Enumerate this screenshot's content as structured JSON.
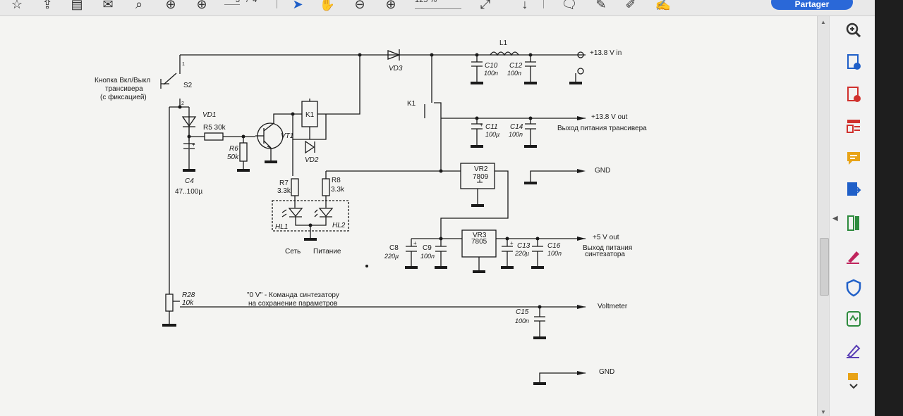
{
  "toolbar": {
    "page_current": "3",
    "page_sep": "/",
    "page_total": "4",
    "zoom": "125 %",
    "share_label": "Partager"
  },
  "toolbar_icons": [
    "star-icon",
    "upload-cloud-icon",
    "print-icon",
    "mail-icon",
    "search-icon",
    "page-up-icon",
    "page-down-icon",
    "cursor-select-icon",
    "hand-tool-icon",
    "zoom-out-icon",
    "zoom-in-icon",
    "page-fit-icon",
    "scroll-mode-icon",
    "comment-icon",
    "highlight-icon",
    "draw-icon",
    "sign-icon"
  ],
  "right_panel_icons": [
    "zoom-icon",
    "export-pdf-icon",
    "edit-pdf-icon",
    "organize-pages-icon",
    "comment-icon",
    "fill-sign-icon",
    "scan-icon",
    "draw-icon",
    "protect-icon",
    "accessibility-icon",
    "sign-icon",
    "more-tools-icon"
  ],
  "schematic": {
    "button_label_1": "Кнопка Вкл/Выкл",
    "button_label_2": "трансивера",
    "button_label_3": "(с фиксацией)",
    "s2": "S2",
    "pin1": "1",
    "pin2": "2",
    "vd1": "VD1",
    "r5": "R5  30k",
    "r6": "R6",
    "r6_val": "50k",
    "vt1": "VT1",
    "k1_box": "K1",
    "vd2": "VD2",
    "c4": "C4",
    "c4_val": "47..100µ",
    "r7": "R7",
    "r7_val": "3.3k",
    "r8": "R8",
    "r8_val": "3.3k",
    "hl1": "HL1",
    "hl2": "HL2",
    "set": "Сеть",
    "pitanie": "Питание",
    "vd3": "VD3",
    "l1": "L1",
    "c10": "C10",
    "c10_val": "100n",
    "c12": "C12",
    "c12_val": "100n",
    "in": "+13.8 V in",
    "k1": "K1",
    "out138": "+13.8 V out",
    "out138_desc": "Выход питания трансивера",
    "c11": "C11",
    "c11_val": "100µ",
    "c14": "C14",
    "c14_val": "100n",
    "vr2": "VR2",
    "vr2_type": "7809",
    "gnd1": "GND",
    "vr3": "VR3",
    "vr3_type": "7805",
    "out5": "+5 V out",
    "out5_desc_1": "Выход питания",
    "out5_desc_2": "синтезатора",
    "c8": "C8",
    "c8_val": "220µ",
    "c9": "C9",
    "c9_val": "100n",
    "c13": "C13",
    "c13_val": "220µ",
    "c16": "C16",
    "c16_val": "100n",
    "r28": "R28",
    "r28_val": "10k",
    "cmd_1": "\"0 V\" -  Команда синтезатору",
    "cmd_2": "на сохранение  параметров",
    "voltmeter": "Voltmeter",
    "c15": "C15",
    "c15_val": "100n",
    "gnd2": "GND",
    "plus": "+"
  }
}
